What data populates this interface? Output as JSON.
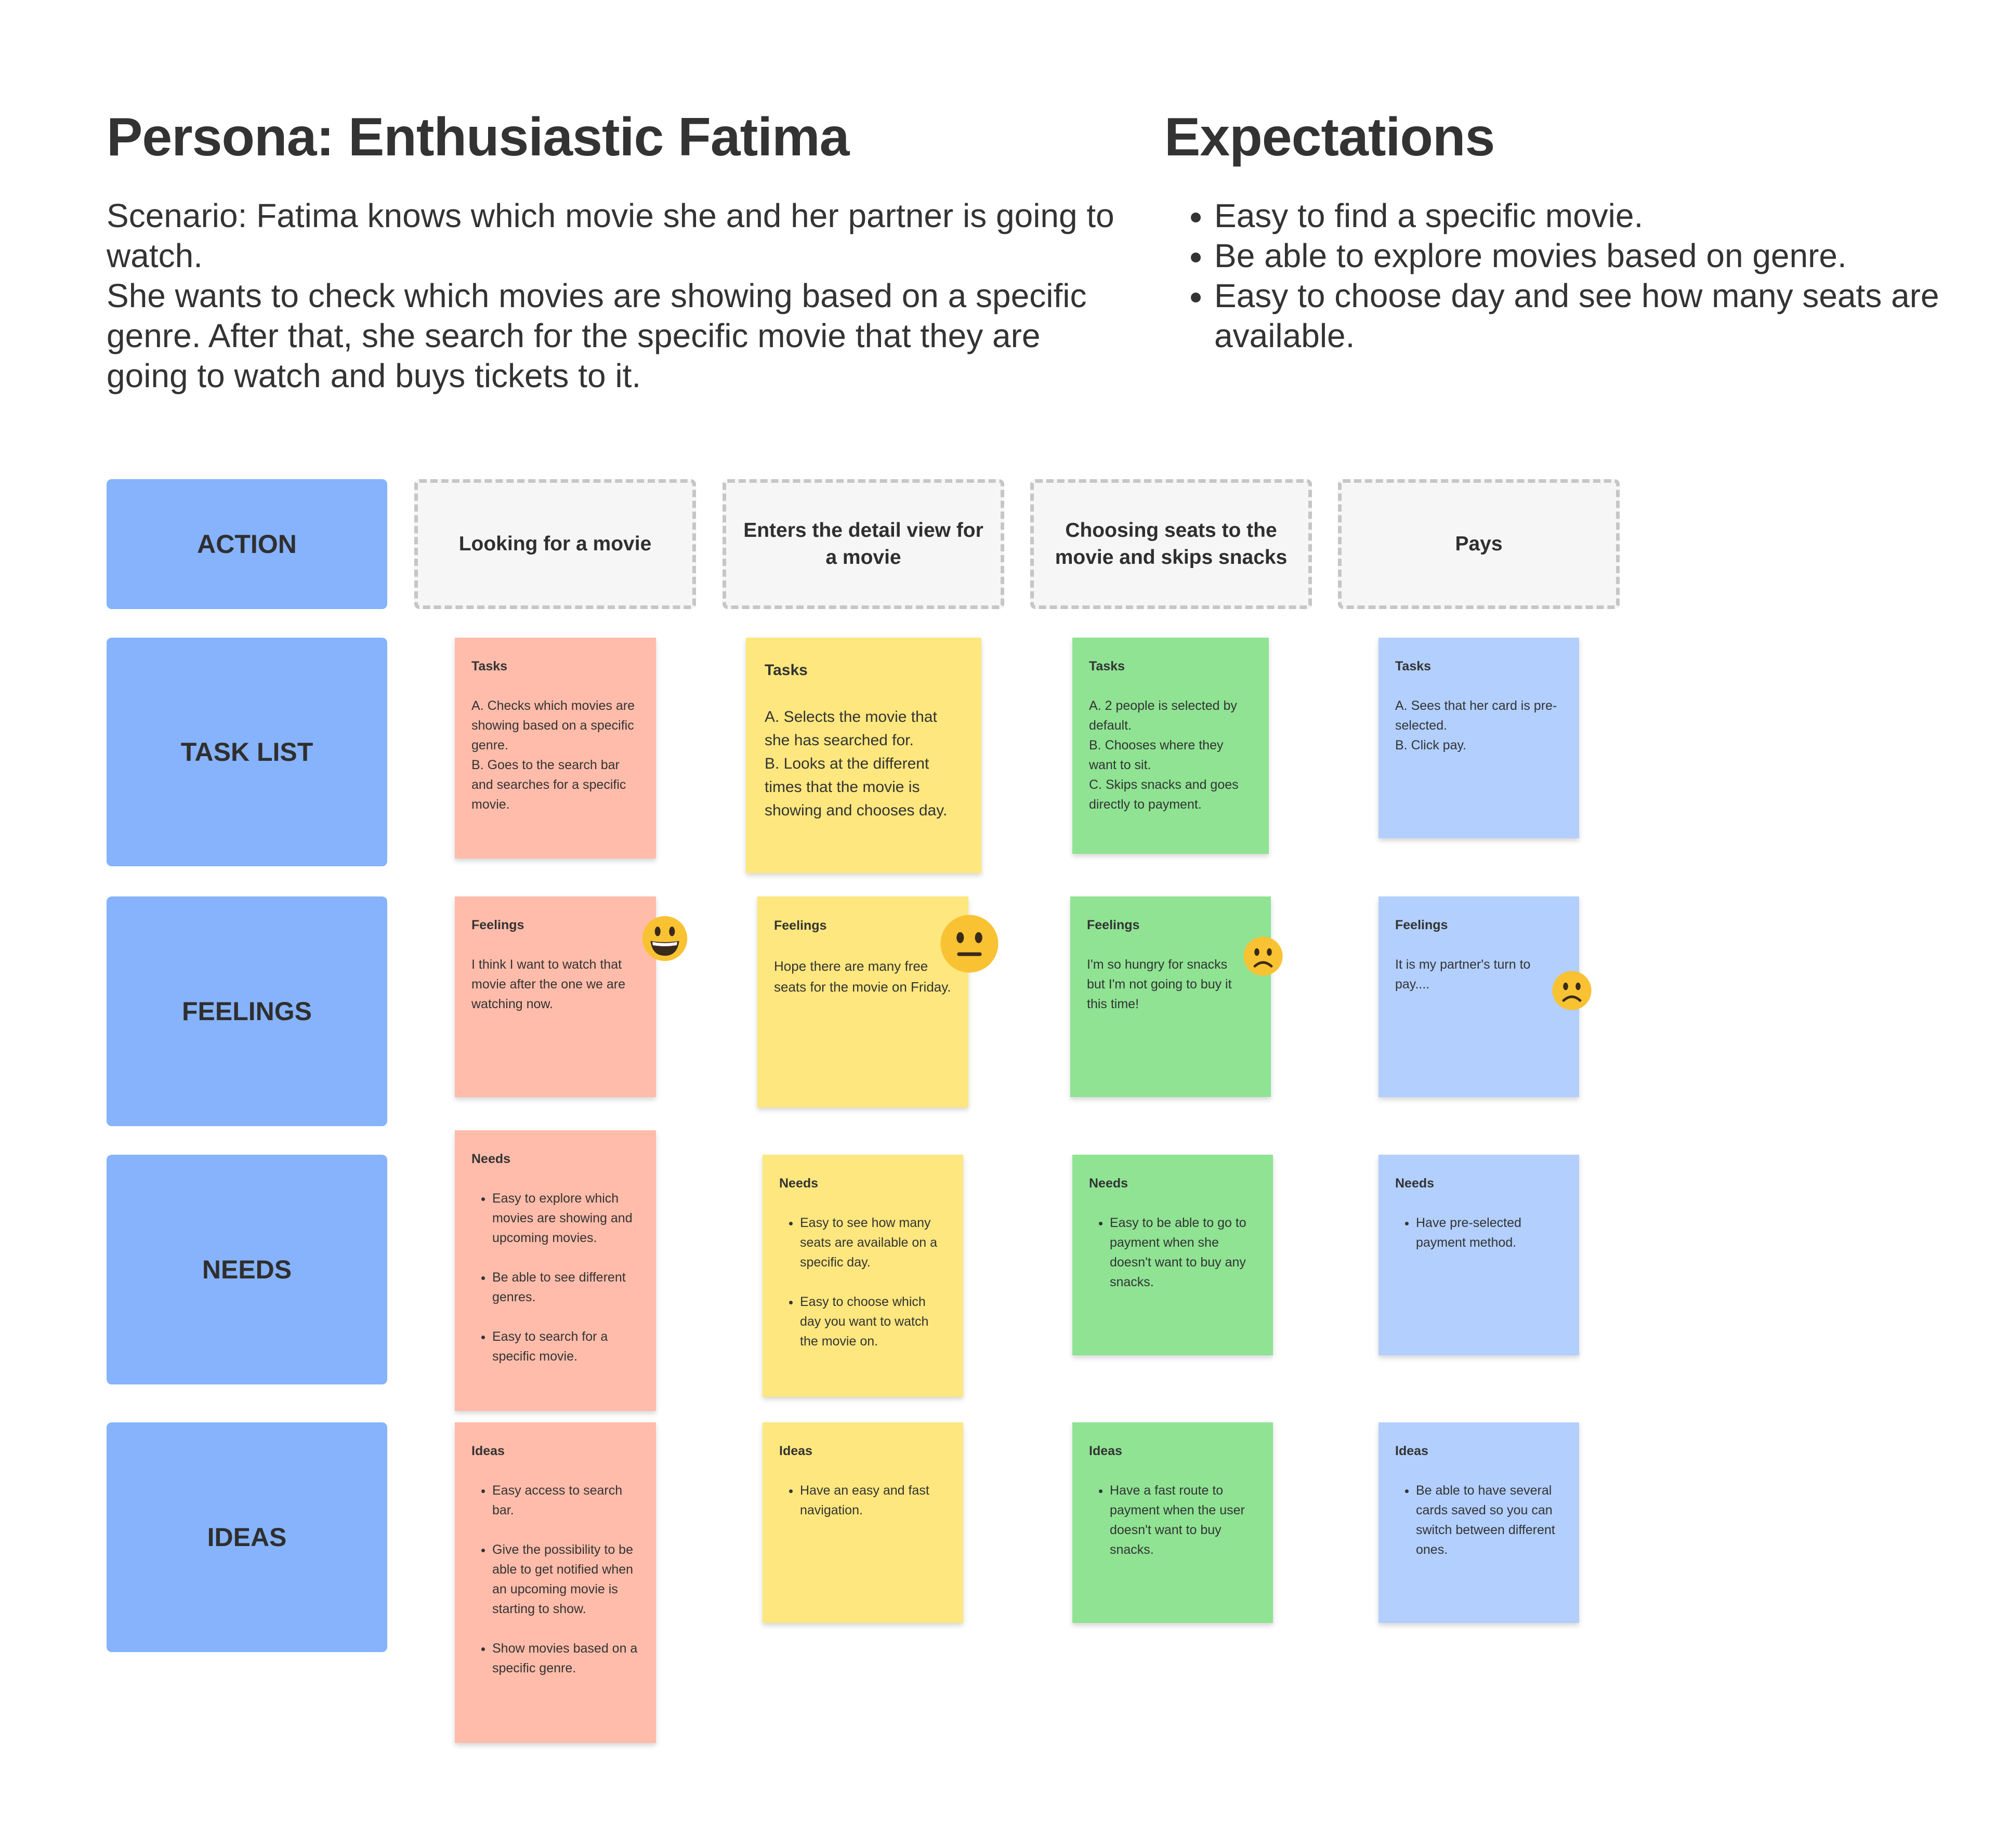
{
  "persona": {
    "title": "Persona: Enthusiastic Fatima",
    "scenario_lines": [
      "Scenario: Fatima knows which movie she and her partner is going to watch.",
      "She wants to check which movies are showing based on a specific genre. After that, she search for the specific movie that they are going to watch and buys tickets to it."
    ]
  },
  "expectations": {
    "title": "Expectations",
    "items": [
      "Easy to find a specific movie.",
      "Be able to explore movies based on genre.",
      "Easy to choose day and see how many seats are available."
    ]
  },
  "rows": [
    "ACTION",
    "TASK LIST",
    "FEELINGS",
    "NEEDS",
    "IDEAS"
  ],
  "stages": [
    "Looking for a movie",
    "Enters the detail view for a movie",
    "Choosing seats to the movie and skips snacks",
    "Pays"
  ],
  "tasks": [
    {
      "title": "Tasks",
      "lines": [
        "A. Checks which movies are showing based on a specific genre.",
        "B. Goes to the search bar and searches for a specific movie."
      ]
    },
    {
      "title": "Tasks",
      "lines": [
        "A. Selects the movie that she has searched for.",
        "B. Looks at the different times that the movie is showing and chooses day."
      ]
    },
    {
      "title": "Tasks",
      "lines": [
        "A. 2 people is selected by default.",
        "B. Chooses where they want to sit.",
        "C. Skips snacks and goes directly to payment."
      ]
    },
    {
      "title": "Tasks",
      "lines": [
        "A. Sees that her card is pre-selected.",
        "B. Click pay."
      ]
    }
  ],
  "feelings": [
    {
      "title": "Feelings",
      "text": "I think I want to watch that movie after the one we are watching now.",
      "emoji": "grinning-face-icon"
    },
    {
      "title": "Feelings",
      "text": "Hope there are many free seats for the movie on Friday.",
      "emoji": "neutral-face-icon"
    },
    {
      "title": "Feelings",
      "text": "I'm so hungry for snacks but I'm not going to buy it this time!",
      "emoji": "slightly-frowning-face-icon"
    },
    {
      "title": "Feelings",
      "text": "It is my partner's turn to pay....",
      "emoji": "slightly-frowning-face-icon"
    }
  ],
  "needs": [
    {
      "title": "Needs",
      "items": [
        "Easy to explore which movies are showing and upcoming movies.",
        "Be able to see different genres.",
        "Easy to search for a specific movie."
      ]
    },
    {
      "title": "Needs",
      "items": [
        "Easy to see how many seats are available on a specific day.",
        "Easy to choose which day you want to watch the movie on."
      ]
    },
    {
      "title": "Needs",
      "items": [
        "Easy to be able to go to payment when she doesn't want to buy any snacks."
      ]
    },
    {
      "title": "Needs",
      "items": [
        "Have pre-selected payment method."
      ]
    }
  ],
  "ideas": [
    {
      "title": "Ideas",
      "items": [
        "Easy access to search bar.",
        "Give the possibility to be able to get notified when an upcoming movie is starting to show.",
        "Show movies based on a specific genre."
      ]
    },
    {
      "title": "Ideas",
      "items": [
        "Have an easy and fast navigation."
      ]
    },
    {
      "title": "Ideas",
      "items": [
        "Have a fast route to payment when the user doesn't want to buy snacks."
      ]
    },
    {
      "title": "Ideas",
      "items": [
        "Be able to have several cards saved so you can switch between different ones."
      ]
    }
  ],
  "colors": {
    "row_label": "#86b3fb",
    "stage_bg": "#f6f6f6",
    "stage_border": "#c6c6c6",
    "col1_note": "#ffbcaa",
    "col2_note": "#fde77e",
    "col3_note": "#8fe393",
    "col4_note": "#b2cffe",
    "emoji": "#f9c232"
  }
}
